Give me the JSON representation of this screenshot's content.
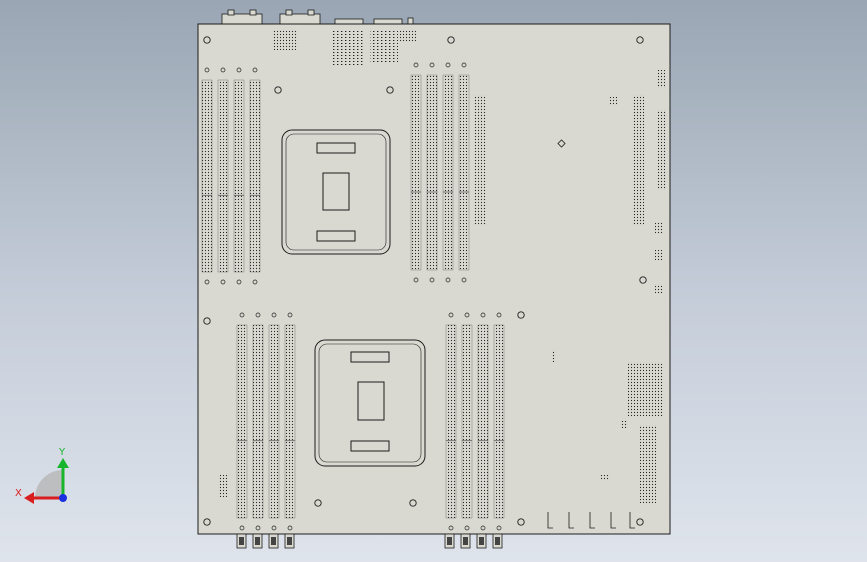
{
  "triad": {
    "x_label": "X",
    "y_label": "Y",
    "x_color": "#d81e1e",
    "y_color": "#17b52c",
    "z_color": "#1a2fe0"
  },
  "colors": {
    "background_top": "#9aa6b4",
    "background_bottom": "#dfe4ec",
    "board_fill": "#d9d9d2",
    "outline": "#1c1c1c"
  },
  "board": {
    "cpu_sockets": 2,
    "dimm_slots_per_socket": 8
  }
}
